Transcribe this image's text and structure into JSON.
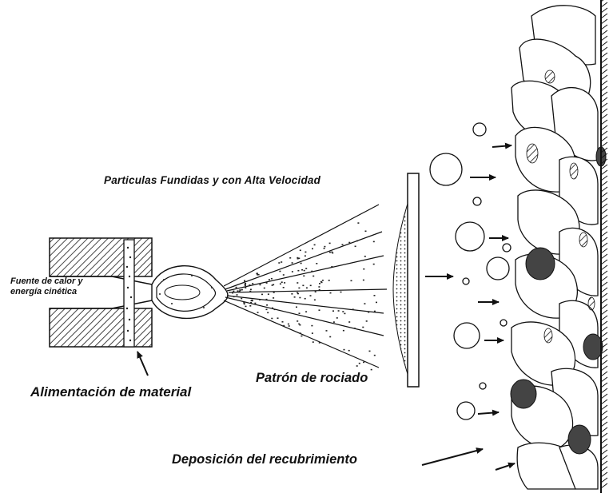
{
  "labels": {
    "particles": "Particulas Fundidas  y con  Alta Velocidad",
    "heat_source_line1": "Fuente de calor y",
    "heat_source_line2": "energía cinética",
    "material_feed": "Alimentación de material",
    "spray_pattern": "Patrón de rociado",
    "coating_deposition": "Deposición del recubrimiento"
  },
  "colors": {
    "ink": "#111111",
    "hatch": "#555555",
    "splat_fill": "#444444",
    "background": "#ffffff"
  },
  "icons": [
    "arrow-icon",
    "spray-gun",
    "particle-cone",
    "coating-layer",
    "substrate-wall"
  ]
}
